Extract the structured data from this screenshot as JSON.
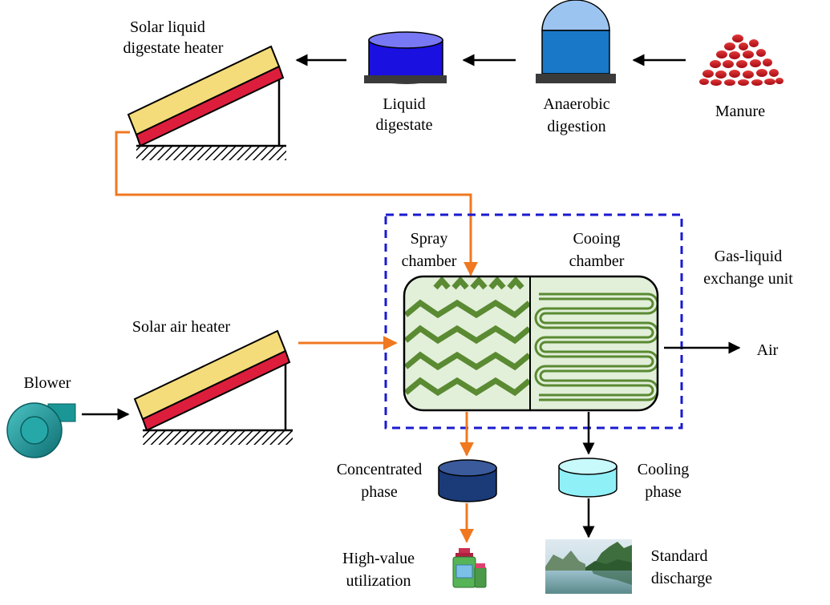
{
  "labels": {
    "solar_liquid_heater_line1": "Solar liquid",
    "solar_liquid_heater_line2": "digestate heater",
    "liquid_digestate_line1": "Liquid",
    "liquid_digestate_line2": "digestate",
    "anaerobic_line1": "Anaerobic",
    "anaerobic_line2": "digestion",
    "manure": "Manure",
    "spray_line1": "Spray",
    "spray_line2": "chamber",
    "cooling_chamber_line1": "Cooing",
    "cooling_chamber_line2": "chamber",
    "gas_liquid_line1": "Gas-liquid",
    "gas_liquid_line2": "exchange unit",
    "solar_air_heater": "Solar air heater",
    "blower": "Blower",
    "air": "Air",
    "concentrated_line1": "Concentrated",
    "concentrated_line2": "phase",
    "cooling_phase_line1": "Cooling",
    "cooling_phase_line2": "phase",
    "high_value_line1": "High-value",
    "high_value_line2": "utilization",
    "standard_line1": "Standard",
    "standard_line2": "discharge"
  },
  "icons": {
    "manure": "manure-pile-icon",
    "blower": "blower-fan-icon",
    "product": "product-bottle-icon",
    "landscape": "river-landscape-icon"
  },
  "colors": {
    "liquid_flow": "#f07820",
    "process_flow": "#000000",
    "unit_boundary": "#1a1ad0",
    "heater_top": "#f5dc7a",
    "heater_bottom": "#dc1e3c",
    "chamber_fill": "#e2efd9",
    "coil": "#5a8a32",
    "manure": "#c0101a",
    "blower": "#1a9696",
    "tank_liquid": "#1a10e0",
    "tank_anaerobic": "#1a78c8",
    "tank_concentrated": "#1a3a78",
    "tank_cooling": "#90f0f8"
  }
}
